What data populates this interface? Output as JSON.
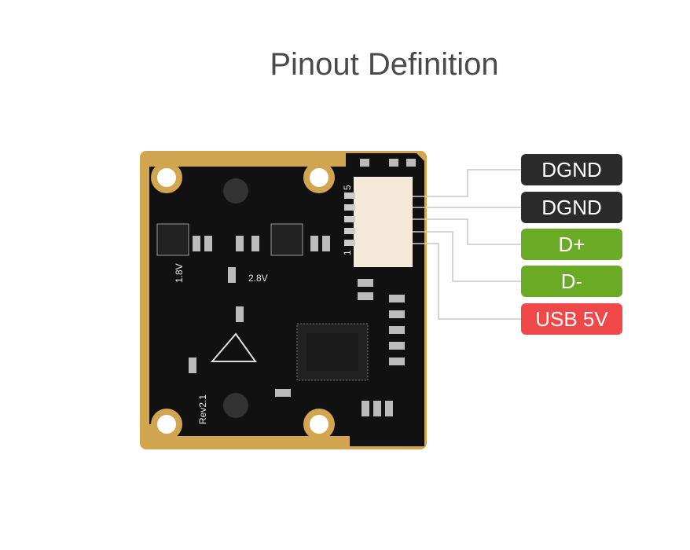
{
  "title": "Pinout Definition",
  "board_labels": {
    "v1": "1.8V",
    "v2": "2.8V",
    "rev": "Rev2.1",
    "pin5": "5",
    "pin1": "1"
  },
  "pins": [
    {
      "label": "DGND",
      "color": "#2b2b2b"
    },
    {
      "label": "DGND",
      "color": "#2b2b2b"
    },
    {
      "label": "D+",
      "color": "#6aaa25"
    },
    {
      "label": "D-",
      "color": "#6aaa25"
    },
    {
      "label": "USB 5V",
      "color": "#f04848"
    }
  ]
}
